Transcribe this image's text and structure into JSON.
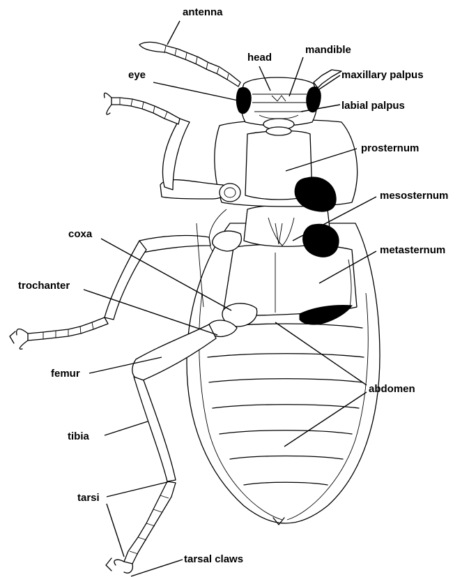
{
  "labels": {
    "antenna": "antenna",
    "head": "head",
    "mandible": "mandible",
    "eye": "eye",
    "maxillary_palpus": "maxillary palpus",
    "labial_palpus": "labial palpus",
    "prosternum": "prosternum",
    "mesosternum": "mesosternum",
    "coxa": "coxa",
    "metasternum": "metasternum",
    "trochanter": "trochanter",
    "femur": "femur",
    "abdomen": "abdomen",
    "tibia": "tibia",
    "tarsi": "tarsi",
    "tarsal_claws": "tarsal claws"
  }
}
